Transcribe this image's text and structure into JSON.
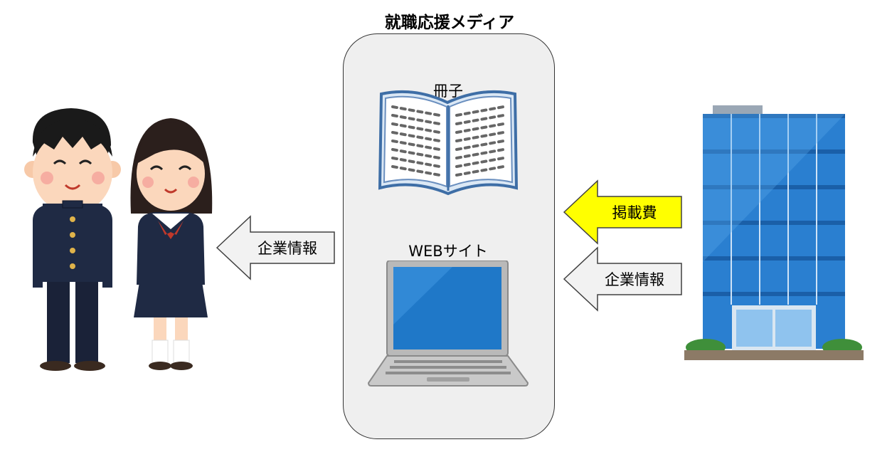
{
  "title": "就職応援メディア",
  "media": {
    "booklet_label": "冊子",
    "web_label": "WEBサイト"
  },
  "arrows": {
    "to_students": "企業情報",
    "fee": "掲載費",
    "from_company": "企業情報"
  },
  "colors": {
    "fee_arrow": "#ffff00",
    "info_arrow": "#f2f2f2",
    "building": "#2a7fd0",
    "laptop_screen": "#1f78c8",
    "uniform": "#1f2a44"
  },
  "icons": [
    "boy-student-icon",
    "girl-student-icon",
    "open-book-icon",
    "laptop-icon",
    "office-building-icon"
  ]
}
